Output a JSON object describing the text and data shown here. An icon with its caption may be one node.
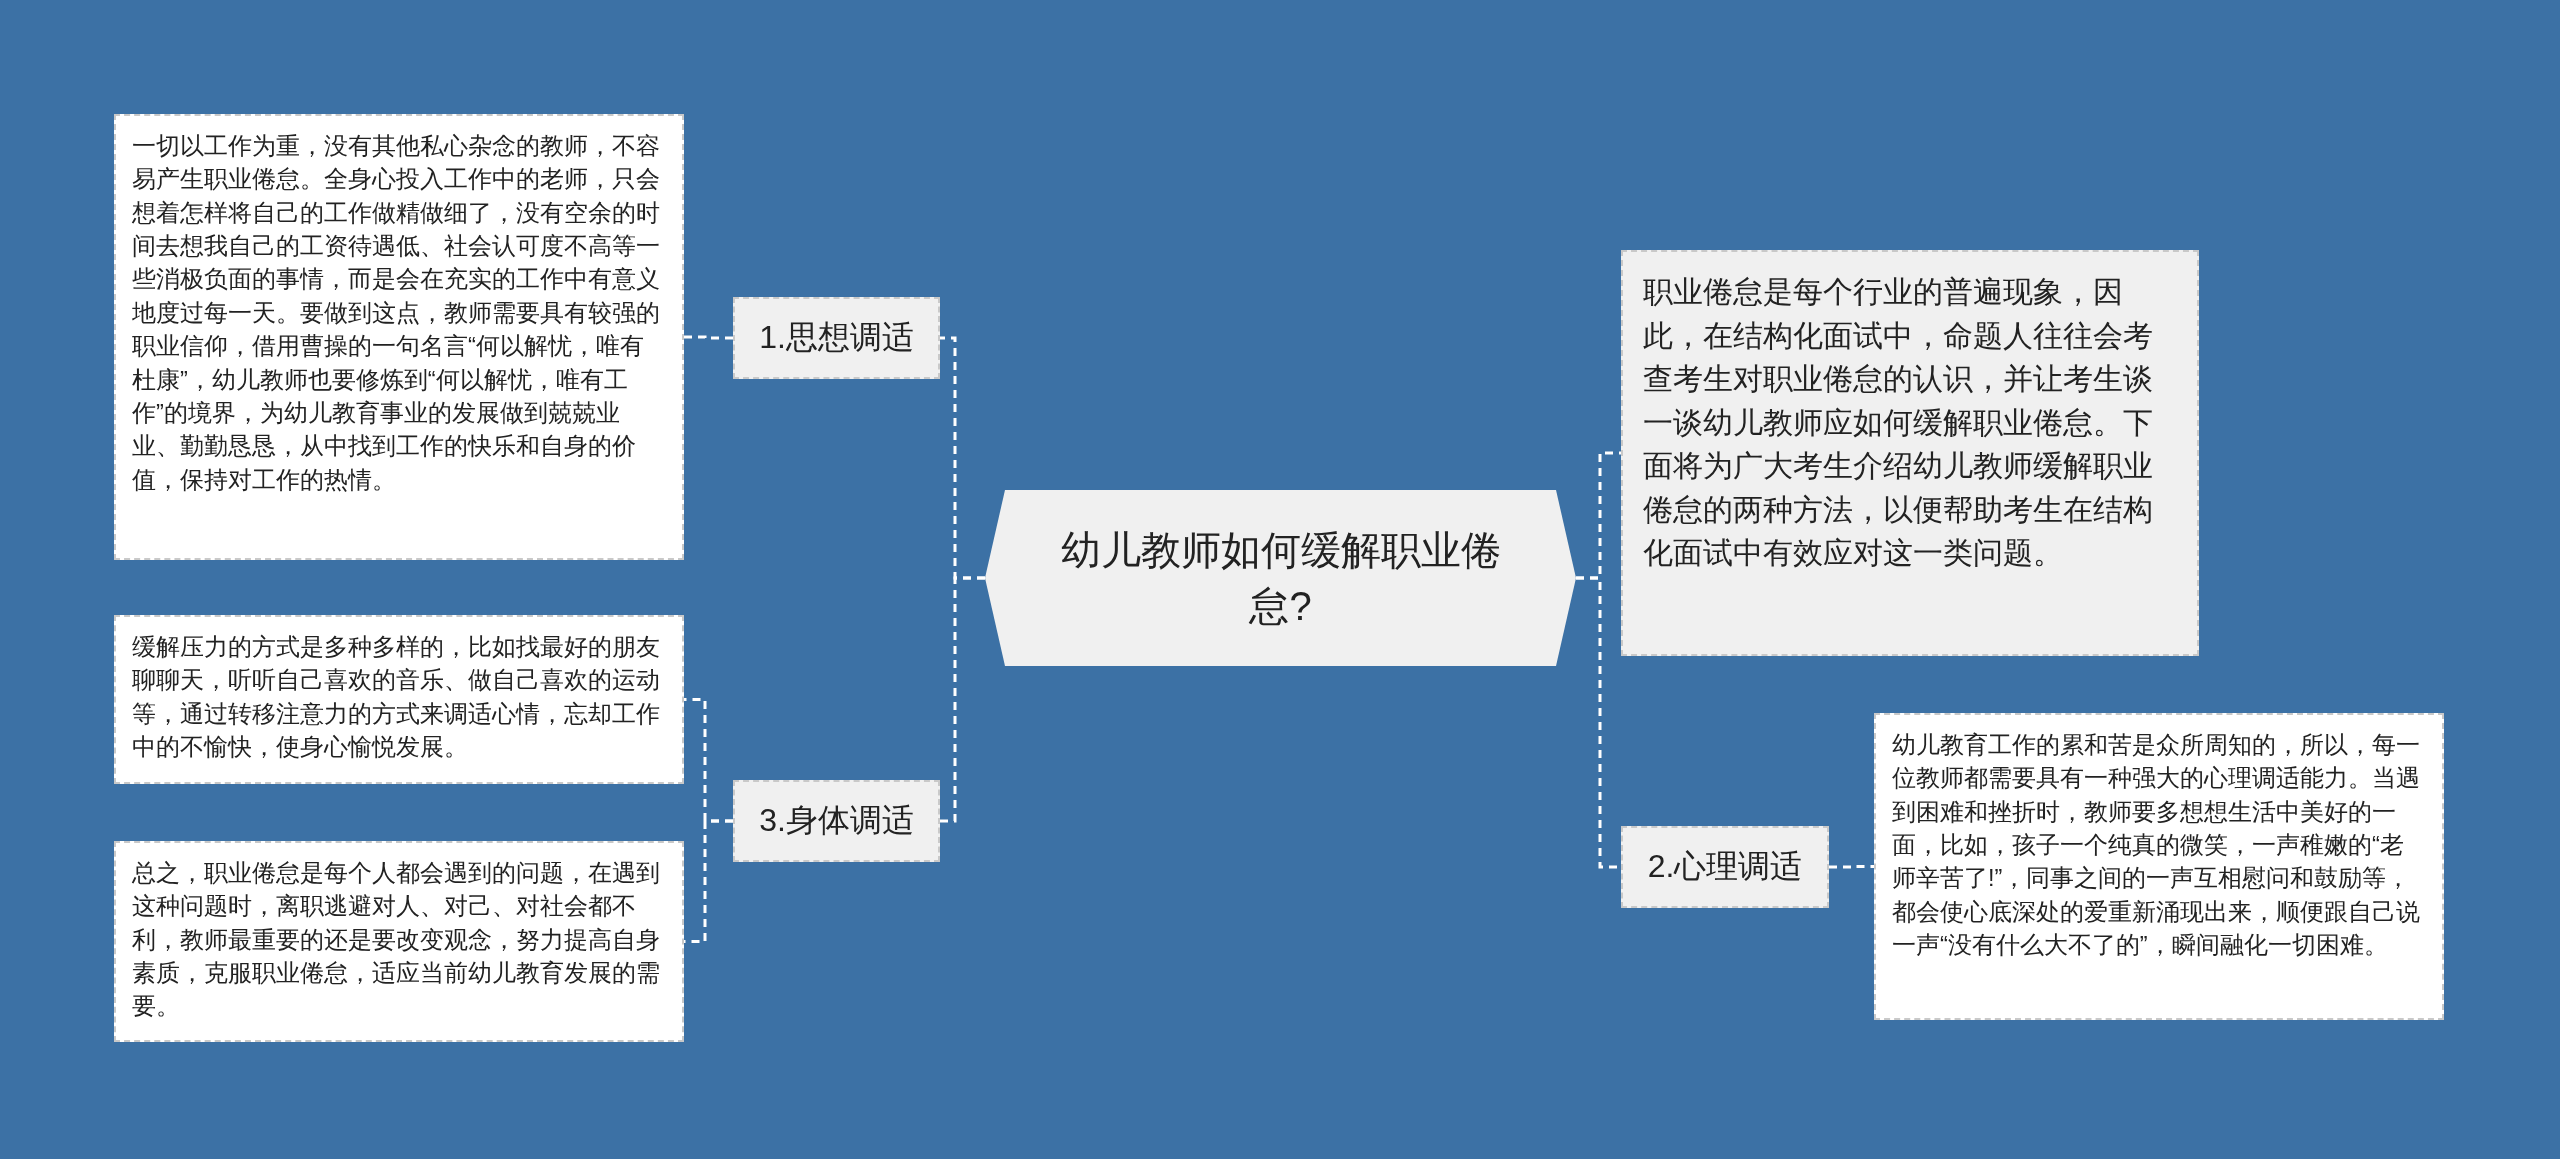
{
  "diagram": {
    "nodes": [
      {
        "text": [
          "幼儿教师如何缓解职业倦怠?"
        ]
      },
      {
        "text": [
          "1.思想调适"
        ]
      },
      {
        "text": [
          "一切以工作为重，没有其他私心杂念的教师，不容易产生职业倦怠。全身心投入工作中的老师，只会想着怎样将自己的工作做精做细了，没有空余的时间去想我自己的工资待遇低、社会认可度不高等一些消极负面的事情，而是会在充实的工作中有意义地度过每一天。要做到这点，教师需要具有较强的职业信仰，借用曹操的一句名言“何以解忧，唯有杜康”，幼儿教师也要修炼到“何以解忧，唯有工作”的境界，为幼儿教育事业的发展做到兢兢业业、勤勤恳恳，从中找到工作的快乐和自身的价值，保持对工作的热情。"
        ]
      },
      {
        "text": [
          "3.身体调适"
        ]
      },
      {
        "text": [
          "缓解压力的方式是多种多样的，比如找最好的朋友聊聊天，听听自己喜欢的音乐、做自己喜欢的运动等，通过转移注意力的方式来调适心情，忘却工作中的不愉快，使身心愉悦发展。"
        ]
      },
      {
        "text": [
          "总之，职业倦怠是每个人都会遇到的问题，在遇到这种问题时，离职逃避对人、对己、对社会都不利，教师最重要的还是要改变观念，努力提高自身素质，克服职业倦怠，适应当前幼儿教育发展的需要。"
        ]
      },
      {
        "text": [
          "职业倦怠是每个行业的普遍现象，因此，在结构化面试中，命题人往往会考查考生对职业倦怠的认识，并让考生谈一谈幼儿教师应如何缓解职业倦怠。下面将为广大考生介绍幼儿教师缓解职业倦怠的两种方法，以便帮助考生在结构化面试中有效应对这一类问题。"
        ]
      },
      {
        "text": [
          "2.心理调适"
        ]
      },
      {
        "text": [
          "幼儿教育工作的累和苦是众所周知的，所以，每一位教师都需要具有一种强大的心理调适能力。当遇到困难和挫折时，教师要多想想生活中美好的一面，比如，孩子一个纯真的微笑，一声稚嫩的“老师辛苦了!”，同事之间的一声互相慰问和鼓励等，都会使心底深处的爱重新涌现出来，顺便跟自己说一声“没有什么大不了的”，瞬间融化一切困难。"
        ]
      }
    ],
    "edges": [
      {
        "from": 0,
        "to": 1,
        "arrow": "none"
      },
      {
        "from": 0,
        "to": 3,
        "arrow": "none"
      },
      {
        "from": 1,
        "to": 2,
        "arrow": "none"
      },
      {
        "from": 3,
        "to": 4,
        "arrow": "none"
      },
      {
        "from": 3,
        "to": 5,
        "arrow": "none"
      },
      {
        "from": 0,
        "to": 6,
        "arrow": "none"
      },
      {
        "from": 0,
        "to": 7,
        "arrow": "none"
      },
      {
        "from": 7,
        "to": 8,
        "arrow": "none"
      }
    ]
  }
}
